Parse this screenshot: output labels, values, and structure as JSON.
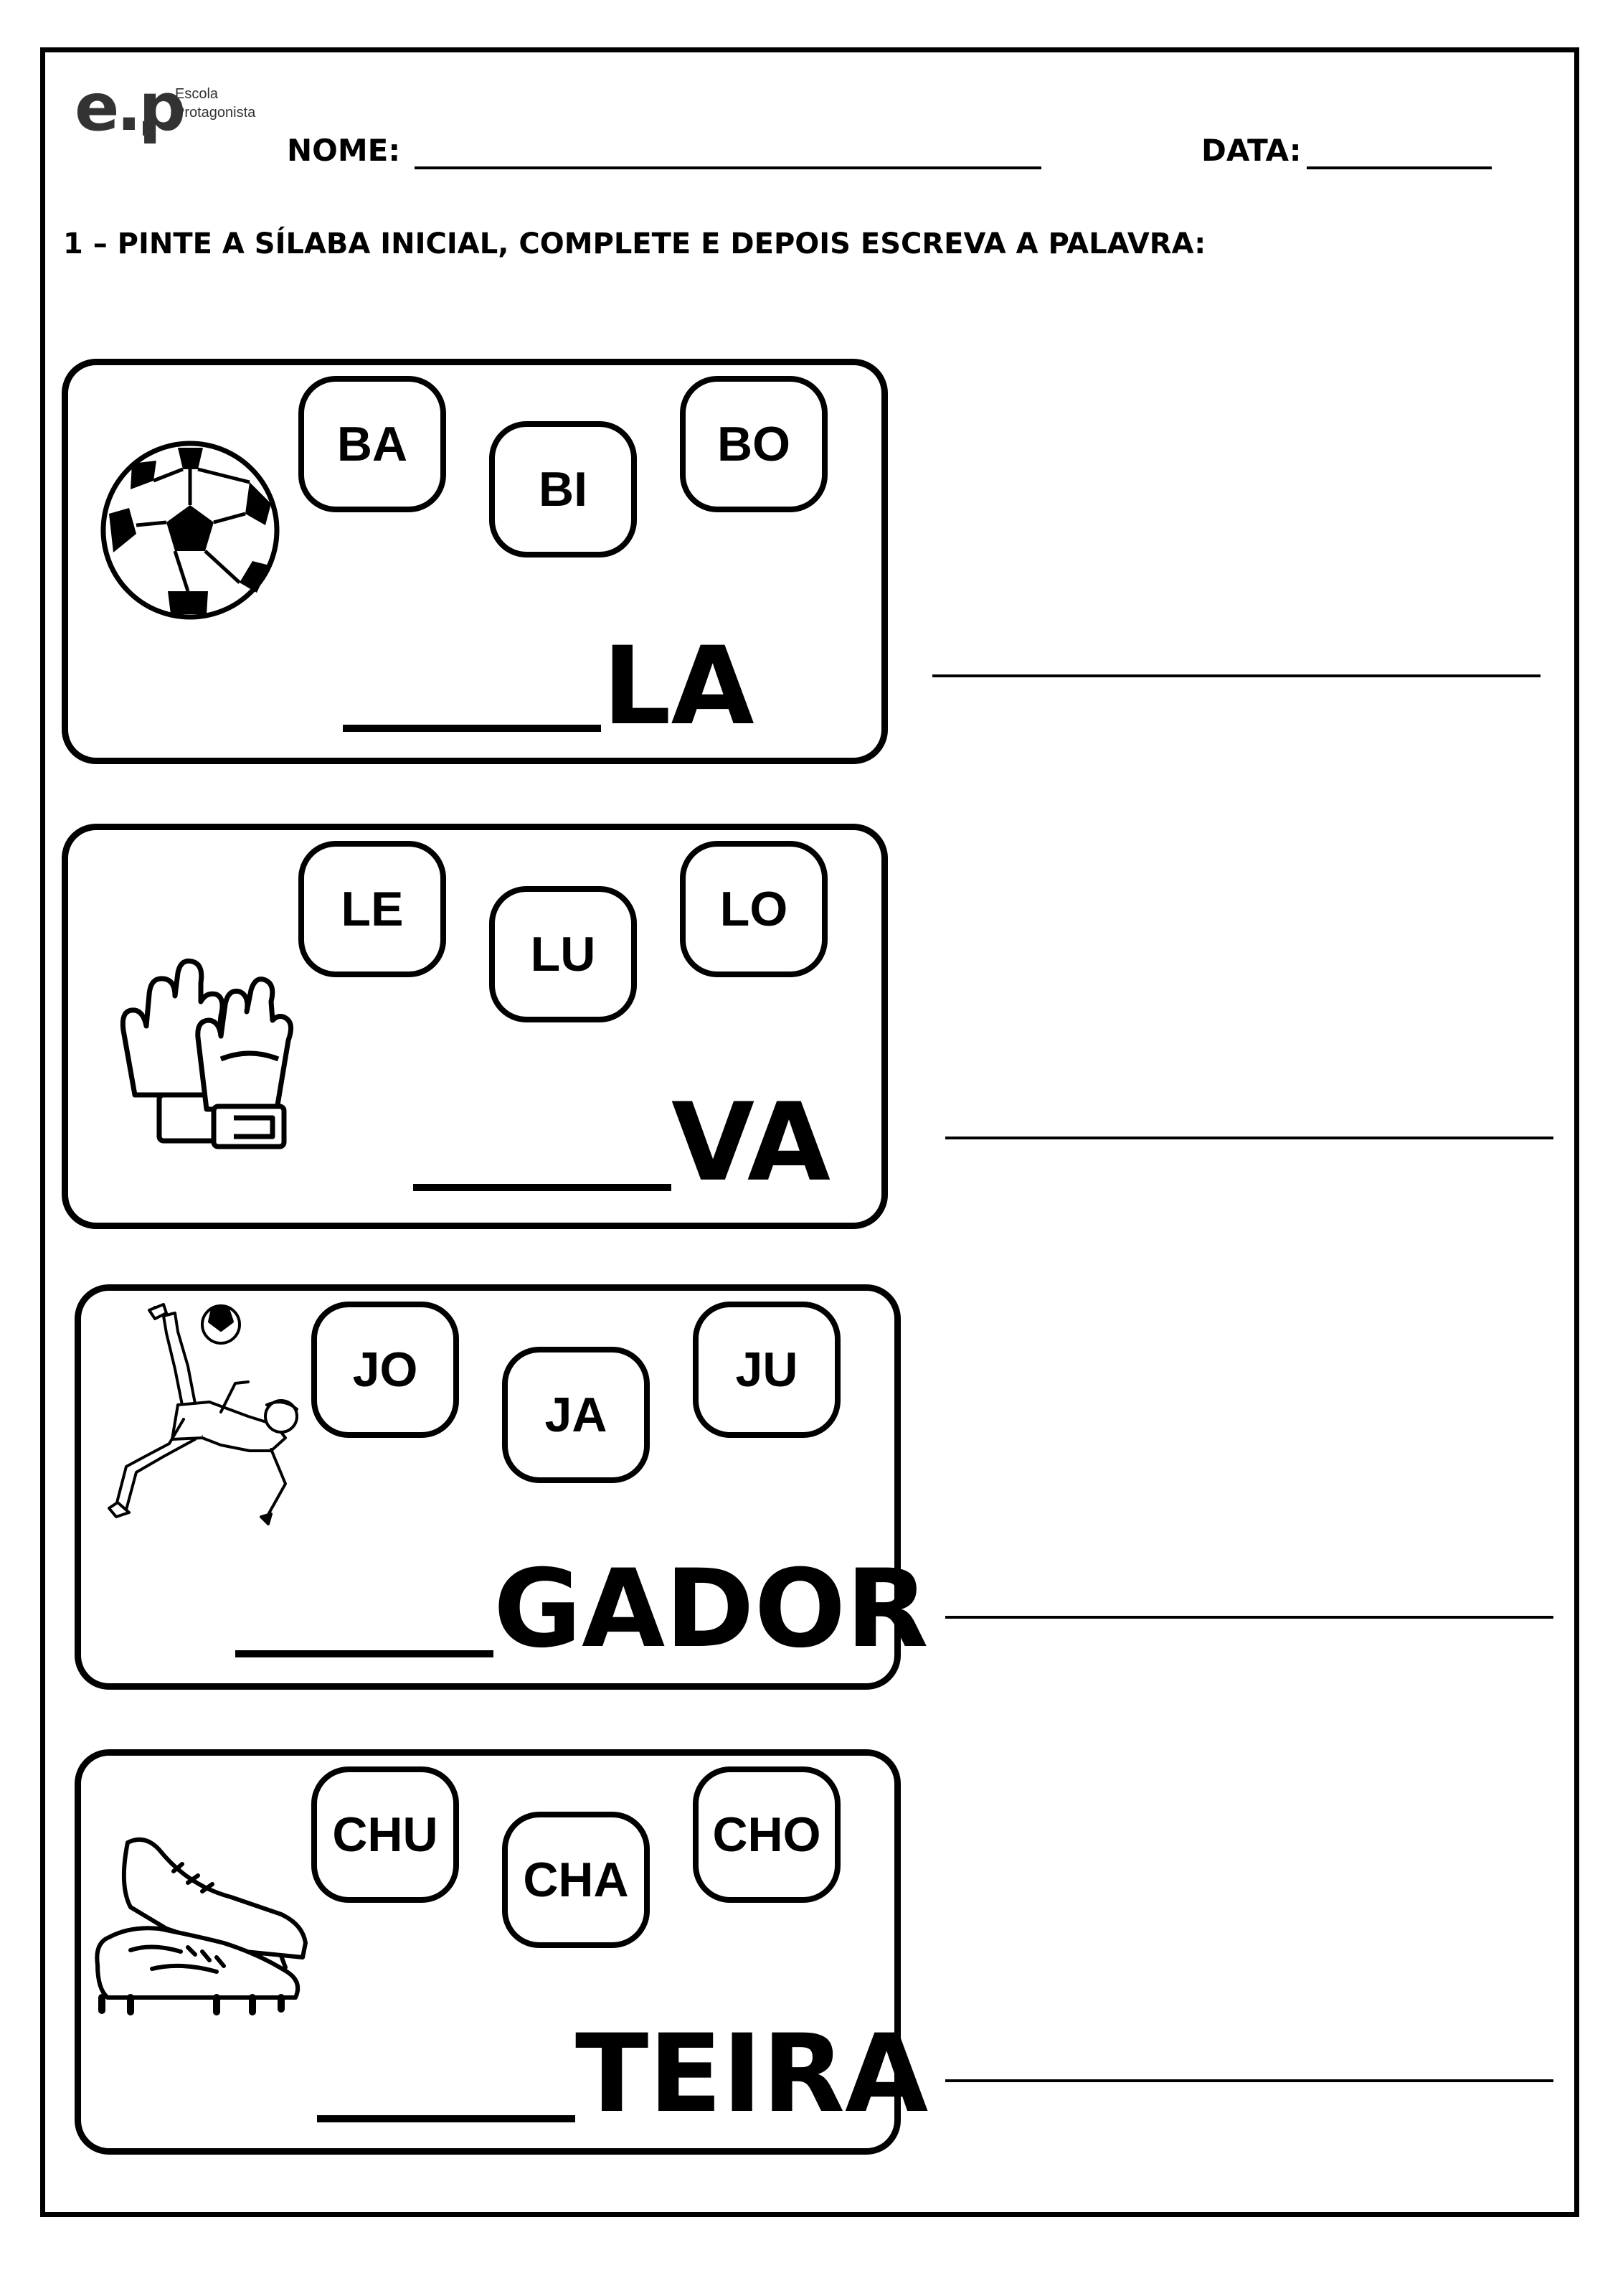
{
  "logo": {
    "mark": "e.p",
    "line1": "Escola",
    "line2": "Protagonista"
  },
  "header": {
    "name_label": "NOME:",
    "date_label": "DATA:"
  },
  "instruction": "1 – PINTE A SÍLABA INICIAL, COMPLETE  E DEPOIS ESCREVA A PALAVRA:",
  "exercises": [
    {
      "syllables": [
        "BA",
        "BI",
        "BO"
      ],
      "suffix": "LA",
      "image": "soccer-ball-icon"
    },
    {
      "syllables": [
        "LE",
        "LU",
        "LO"
      ],
      "suffix": "VA",
      "image": "goalkeeper-gloves-icon"
    },
    {
      "syllables": [
        "JO",
        "JA",
        "JU"
      ],
      "suffix": "GADOR",
      "image": "soccer-player-icon"
    },
    {
      "syllables": [
        "CHU",
        "CHA",
        "CHO"
      ],
      "suffix": "TEIRA",
      "image": "soccer-cleats-icon"
    }
  ]
}
